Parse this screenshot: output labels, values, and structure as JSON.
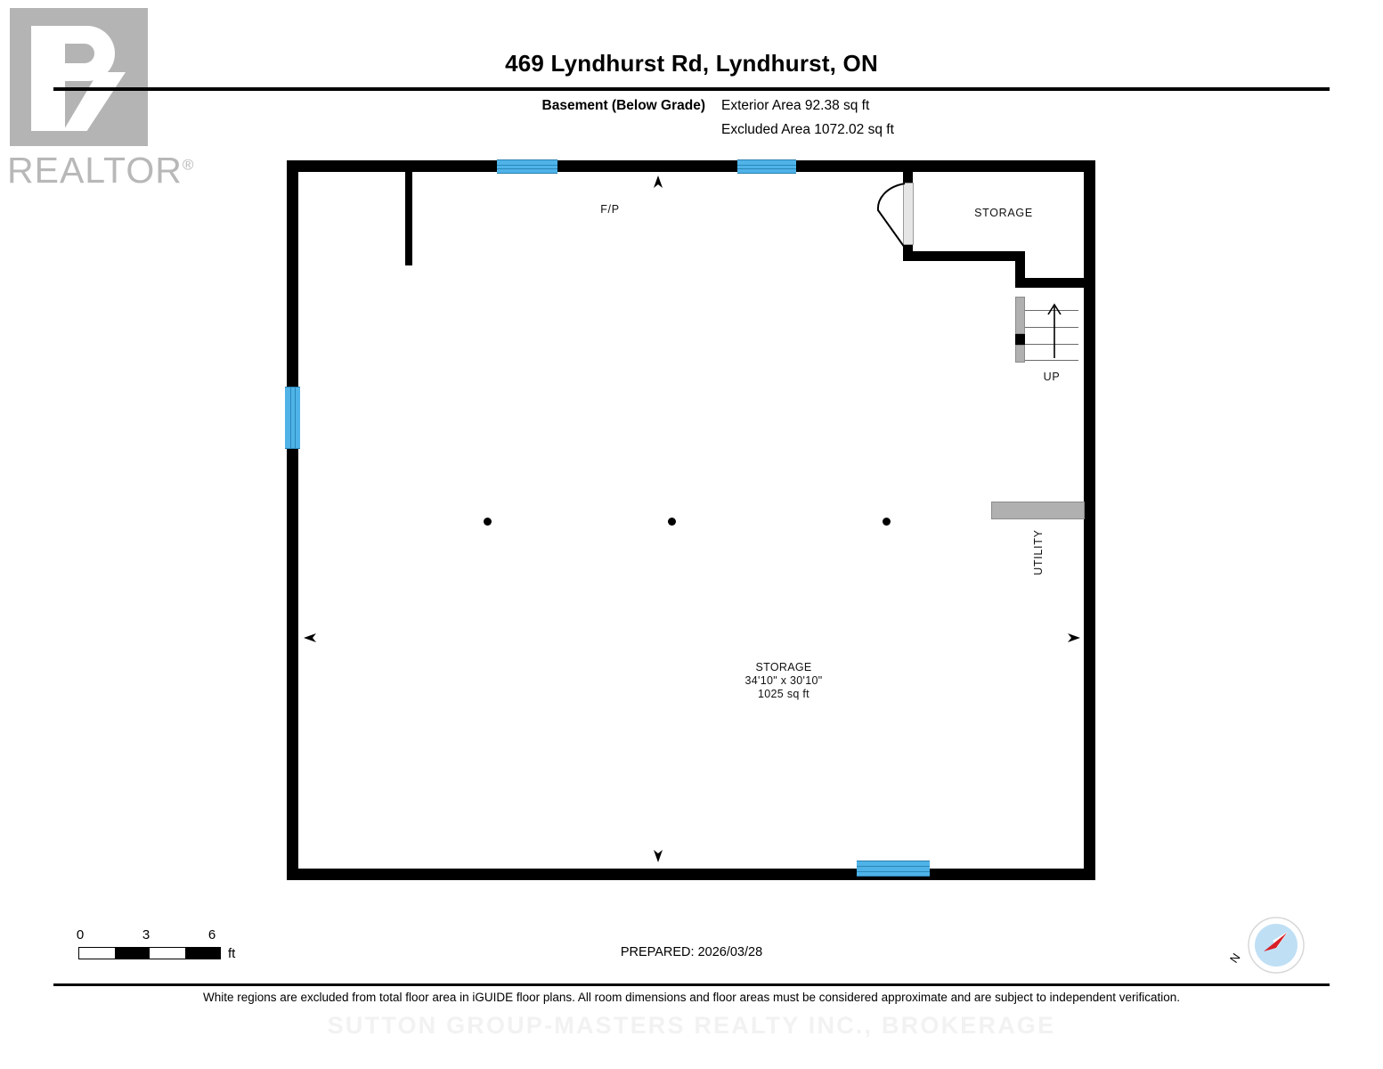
{
  "branding": {
    "realtor_logo_text": "REALTOR",
    "realtor_registered_mark": "®",
    "brokerage_watermark": "SUTTON GROUP-MASTERS REALTY INC., BROKERAGE"
  },
  "header": {
    "title": "469 Lyndhurst Rd, Lyndhurst, ON",
    "level_label": "Basement (Below Grade)",
    "exterior_area": "Exterior Area 92.38 sq ft",
    "excluded_area": "Excluded Area 1072.02 sq ft"
  },
  "plan": {
    "labels": {
      "fireplace": "F/P",
      "storage_upper": "STORAGE",
      "stairs_up": "UP",
      "utility": "UTILITY",
      "main_room_name": "STORAGE",
      "main_room_dims": "34'10\" x 30'10\"",
      "main_room_area": "1025 sq ft"
    },
    "colors": {
      "wall": "#000000",
      "window": "#4fb3e8",
      "fixture_gray": "#b0b0b0",
      "door_leaf": "#e6e6e6"
    }
  },
  "scale": {
    "ticks": [
      "0",
      "3",
      "6"
    ],
    "unit": "ft"
  },
  "compass": {
    "north_label": "N"
  },
  "footer": {
    "prepared": "PREPARED: 2026/03/28",
    "disclaimer": "White regions are excluded from total floor area in iGUIDE floor plans. All room dimensions and floor areas must be considered approximate and are subject to independent verification."
  }
}
